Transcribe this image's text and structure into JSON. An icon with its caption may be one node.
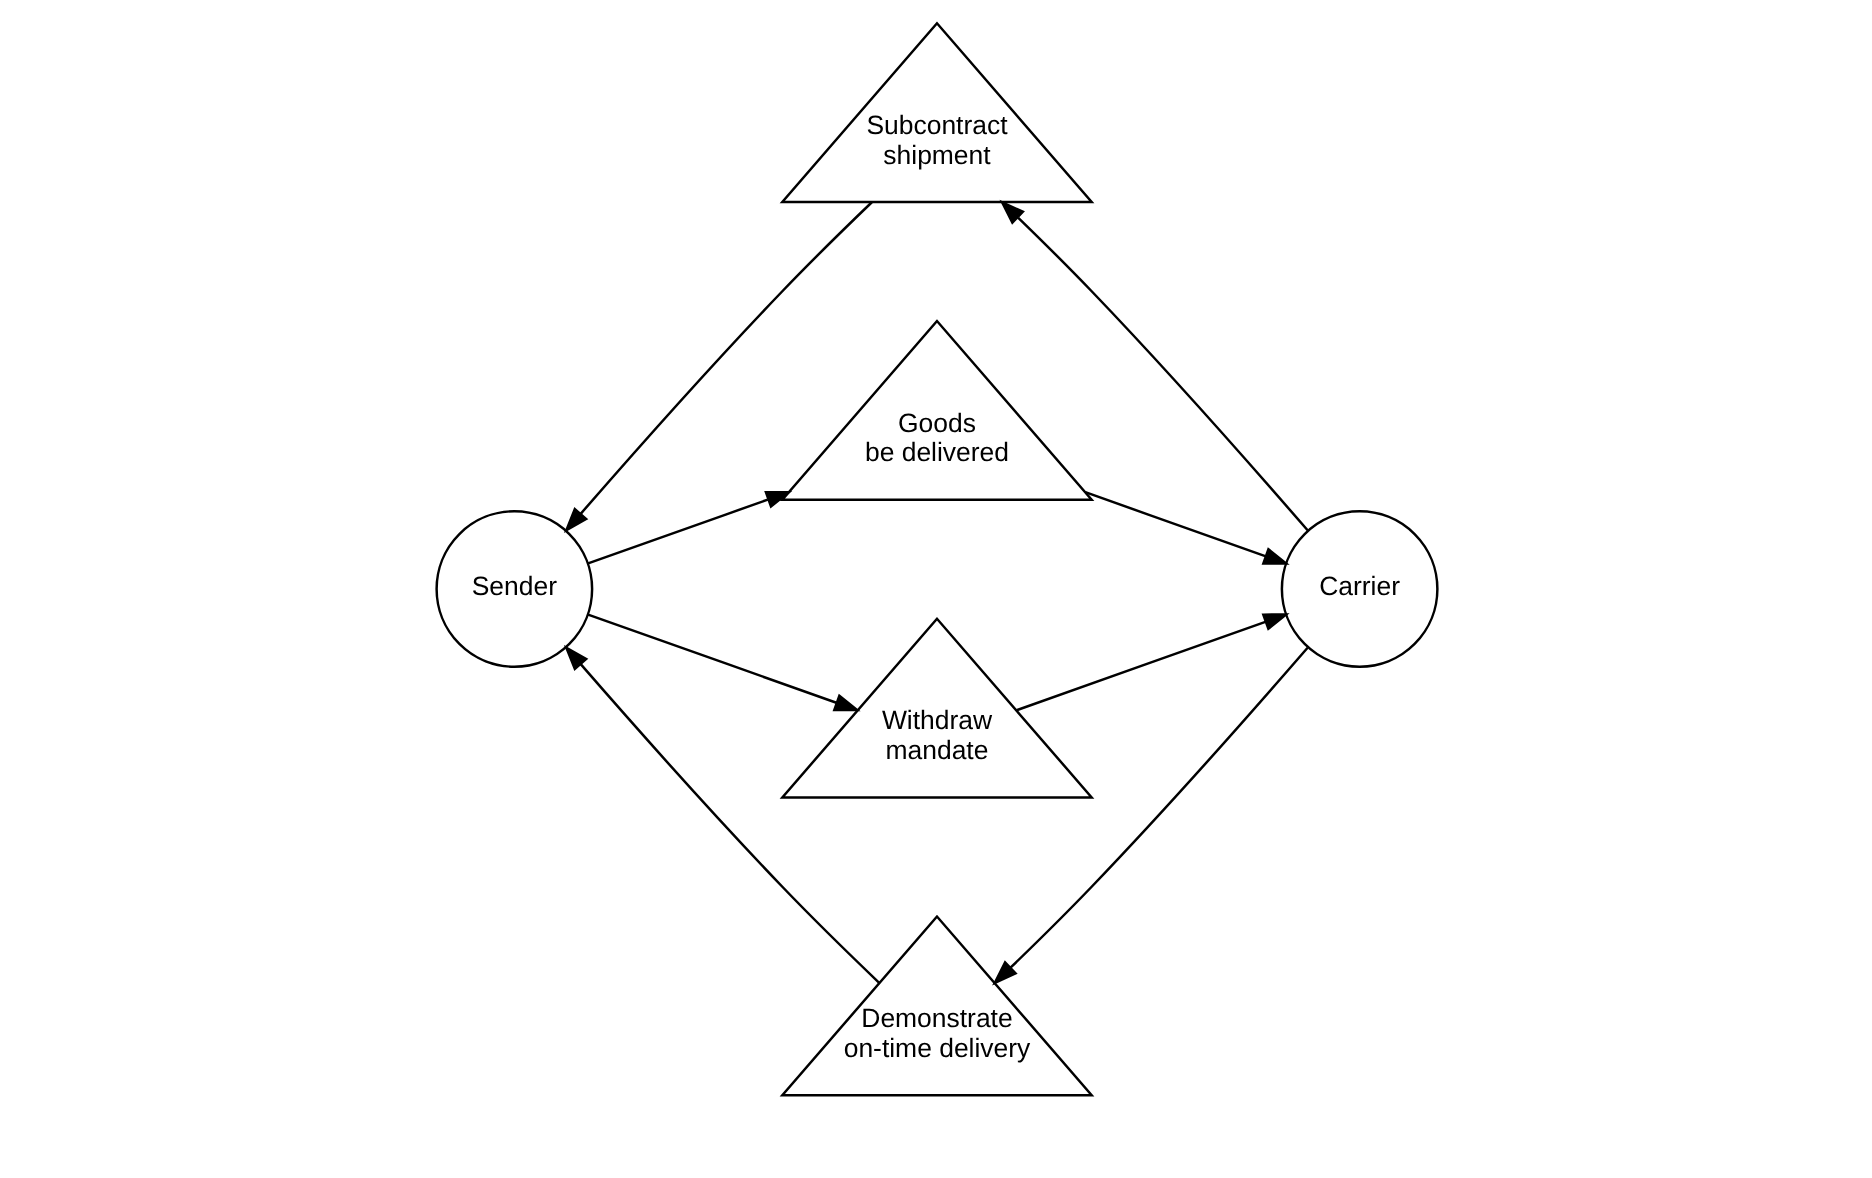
{
  "diagram": {
    "nodes": [
      {
        "text": [
          "Sender"
        ]
      },
      {
        "text": [
          "Carrier"
        ]
      },
      {
        "text": [
          "Subcontract shipment"
        ]
      },
      {
        "text": [
          "Goods be delivered"
        ]
      },
      {
        "text": [
          "Withdraw mandate"
        ]
      },
      {
        "text": [
          "Demonstrate on-time delivery"
        ]
      }
    ],
    "edges": [
      {
        "from": 2,
        "to": 0,
        "arrow": "to"
      },
      {
        "from": 1,
        "to": 2,
        "arrow": "to"
      },
      {
        "from": 0,
        "to": 3,
        "arrow": "to"
      },
      {
        "from": 3,
        "to": 1,
        "arrow": "to"
      },
      {
        "from": 0,
        "to": 4,
        "arrow": "to"
      },
      {
        "from": 4,
        "to": 1,
        "arrow": "to"
      },
      {
        "from": 5,
        "to": 0,
        "arrow": "to"
      },
      {
        "from": 1,
        "to": 5,
        "arrow": "to"
      }
    ]
  }
}
